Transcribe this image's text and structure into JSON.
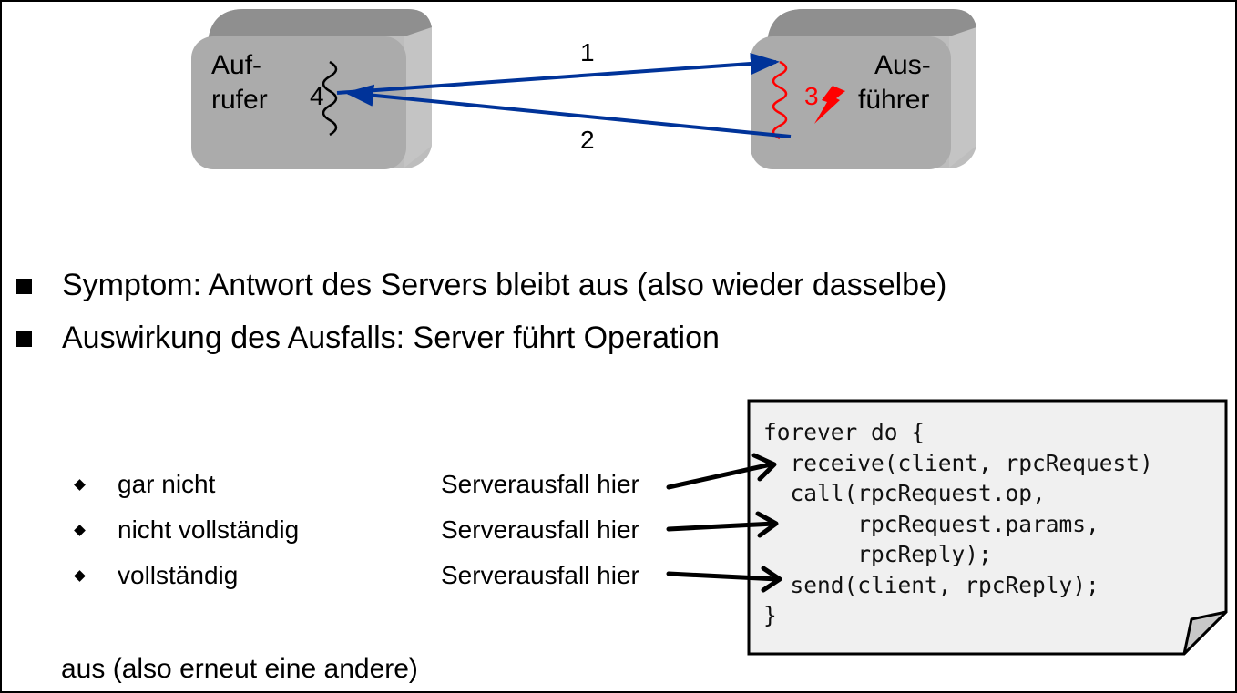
{
  "diagram": {
    "caller_label_line1": "Auf-",
    "caller_label_line2": "rufer",
    "executor_label_line1": "Aus-",
    "executor_label_line2": "führer",
    "step_1": "1",
    "step_2": "2",
    "step_3": "3",
    "step_4": "4",
    "colors": {
      "box_face": "#ababab",
      "box_top": "#8c8c8c",
      "arrow_blue": "#003399",
      "failure_red": "#ff0000"
    }
  },
  "bullets": [
    {
      "text": "Symptom: Antwort des Servers bleibt aus (also wieder dasselbe)"
    },
    {
      "text": "Auswirkung des Ausfalls: Server führt Operation"
    }
  ],
  "sub_bullets": [
    {
      "text": "gar nicht",
      "annotation": "Serverausfall hier"
    },
    {
      "text": "nicht vollständig",
      "annotation": "Serverausfall hier"
    },
    {
      "text": "vollständig",
      "annotation": "Serverausfall hier"
    }
  ],
  "tail_text": "aus (also erneut eine andere)",
  "code_note": {
    "lines": [
      "forever do {",
      "  receive(client, rpcRequest)",
      "  call(rpcRequest.op,",
      "       rpcRequest.params,",
      "       rpcReply);",
      "  send(client, rpcReply);",
      "}"
    ]
  }
}
